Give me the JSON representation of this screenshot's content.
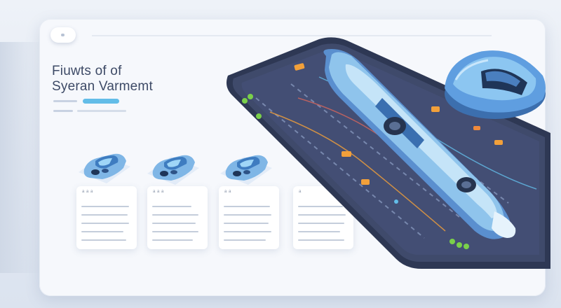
{
  "hero": {
    "title_line1": "Fiuwts of of",
    "title_line2": "Syeran Varmemt"
  },
  "cards": [
    {
      "header": "a a a"
    },
    {
      "header": "a a a"
    },
    {
      "header": "a a"
    },
    {
      "header": "a"
    }
  ],
  "icons": {
    "window_button": "pill-button-icon",
    "car_tiles": [
      "car-icon",
      "car-icon",
      "car-icon"
    ],
    "hero_vehicle": "autonomous-vehicle-illustration",
    "aerial_pod": "pod-vehicle-icon"
  },
  "colors": {
    "accent": "#63bde8",
    "road": "#3f4a6b",
    "road_edge": "#2e3854",
    "vehicle": "#8fc4ec",
    "marker_orange": "#f2a03a",
    "marker_green": "#7ad04a"
  }
}
